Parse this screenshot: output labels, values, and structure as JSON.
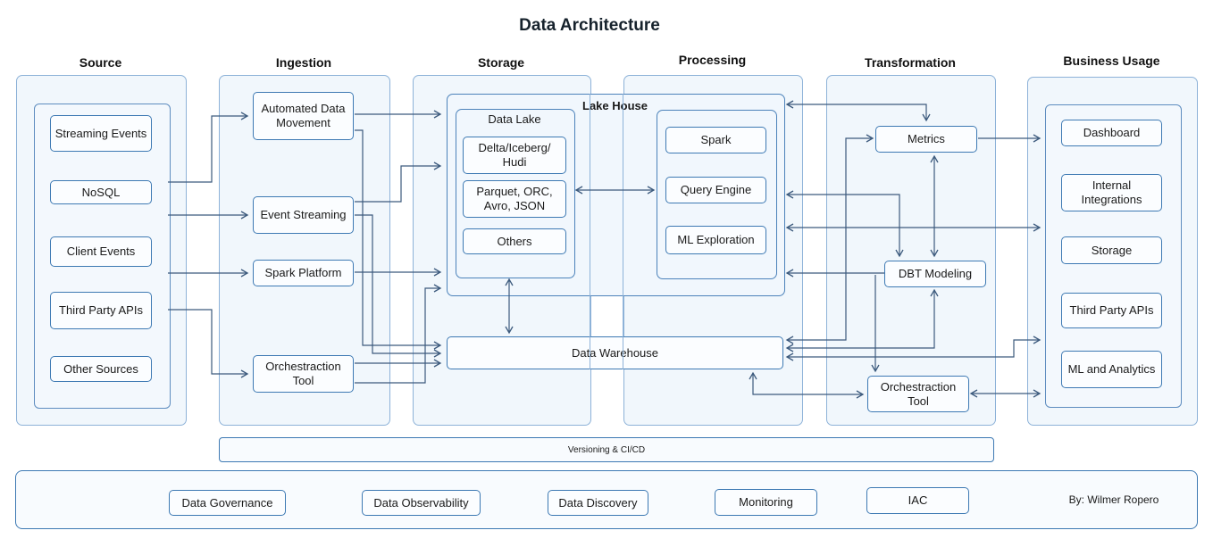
{
  "title": "Data Architecture",
  "headers": {
    "source": "Source",
    "ingestion": "Ingestion",
    "storage": "Storage",
    "processing": "Processing",
    "transformation": "Transformation",
    "business_usage": "Business Usage"
  },
  "source": {
    "items": [
      "Streaming Events",
      "NoSQL",
      "Client Events",
      "Third Party APIs",
      "Other Sources"
    ]
  },
  "ingestion": {
    "items": [
      "Automated Data Movement",
      "Event Streaming",
      "Spark Platform",
      "Orchestraction Tool"
    ]
  },
  "storage": {
    "lake_house_label": "Lake House",
    "data_lake_label": "Data Lake",
    "formats": [
      "Delta/Iceberg/ Hudi",
      "Parquet, ORC, Avro, JSON",
      "Others"
    ],
    "data_warehouse": "Data Warehouse"
  },
  "processing": {
    "items": [
      "Spark",
      "Query Engine",
      "ML Exploration"
    ]
  },
  "transformation": {
    "metrics": "Metrics",
    "dbt_modeling": "DBT Modeling",
    "orchestration_tool": "Orchestraction Tool"
  },
  "business_usage": {
    "items": [
      "Dashboard",
      "Internal Integrations",
      "Storage",
      "Third Party APIs",
      "ML and Analytics"
    ]
  },
  "governance": {
    "versioning": "Versioning & CI/CD",
    "items": [
      "Data Governance",
      "Data Observability",
      "Data Discovery",
      "Monitoring",
      "IAC"
    ],
    "author": "By: Wilmer Ropero"
  },
  "colors": {
    "node_border": "#3d79b3",
    "container_border": "#8db2d8",
    "edge": "#3c5a7d",
    "container_fill": "#f1f7fc",
    "node_fill": "#fbfdff"
  }
}
